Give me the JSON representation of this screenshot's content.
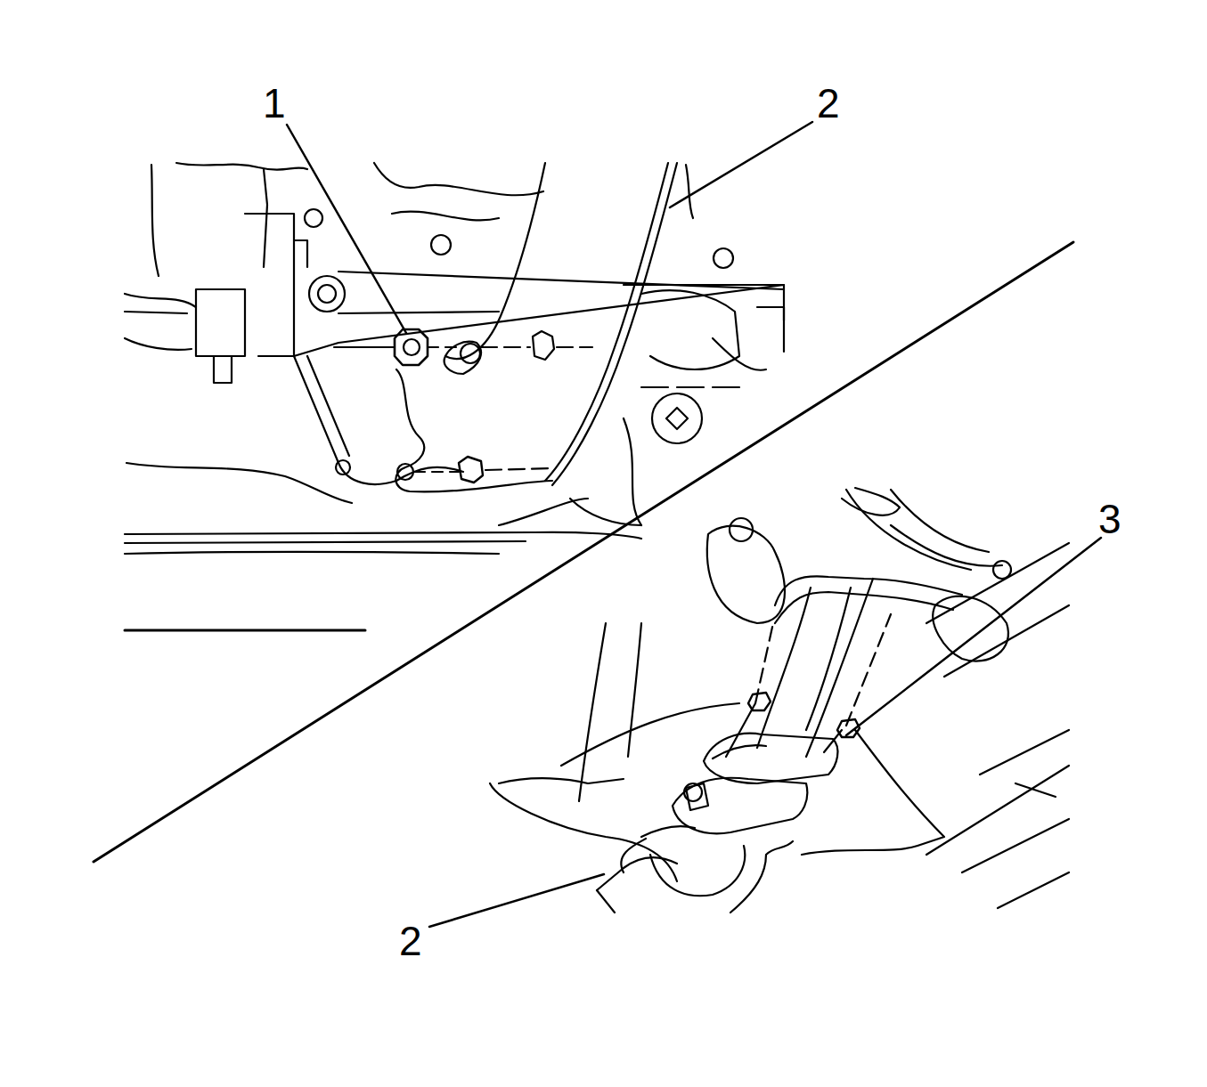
{
  "diagram": {
    "labels": [
      "1",
      "2",
      "3",
      "2"
    ]
  }
}
